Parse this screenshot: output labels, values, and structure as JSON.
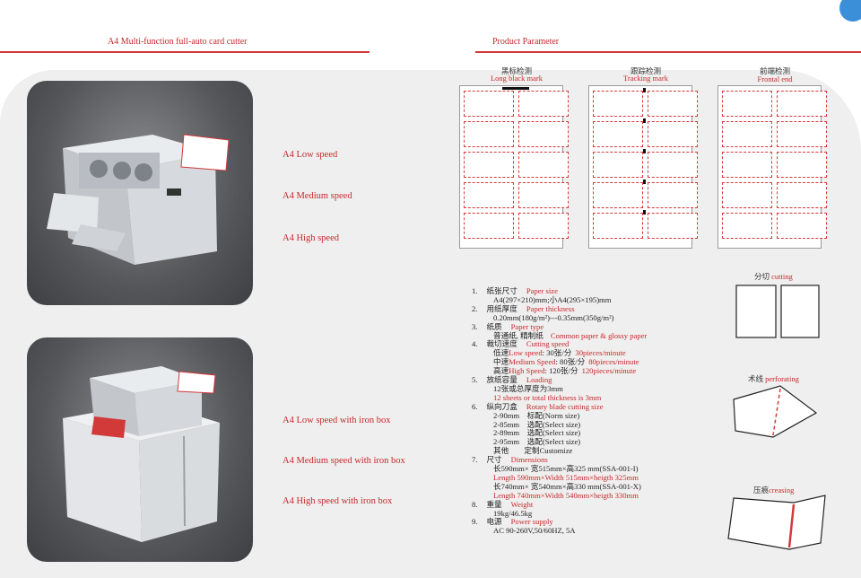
{
  "header": {
    "left_title": "A4 Multi-function full-auto card cutter",
    "right_title": "Product Parameter"
  },
  "models_top": [
    "A4  Low speed",
    "A4  Medium speed",
    "A4  High speed"
  ],
  "models_bottom": [
    "A4  Low speed with iron box",
    "A4 Medium speed with iron box",
    "A4  High speed with iron box"
  ],
  "detection": [
    {
      "cn": "黑标检测",
      "en": "Long black mark"
    },
    {
      "cn": "跟踪检测",
      "en": "Tracking mark"
    },
    {
      "cn": "前端检测",
      "en": "Frontal end"
    }
  ],
  "specs": [
    {
      "num": "1.",
      "cn": "纸张尺寸",
      "en": "Paper size",
      "lines": [
        {
          "text": "A4(297×210)mm;小A4(295×195)mm",
          "red": false
        }
      ]
    },
    {
      "num": "2.",
      "cn": "用纸厚度",
      "en": "Paper thickness",
      "lines": [
        {
          "text": "0.20mm(180g/m²)---0.35mm(350g/m²)",
          "red": false
        }
      ]
    },
    {
      "num": "3.",
      "cn": "纸质",
      "en": "Paper type",
      "lines": [
        {
          "text": "普通纸, 精制纸",
          "red": false,
          "tail": "Common paper & glossy paper"
        }
      ]
    },
    {
      "num": "4.",
      "cn": "裁切速度",
      "en": "Cutting speed",
      "lines": [
        {
          "text": "低速",
          "red": false,
          "tail": "Low speed",
          "tail2": ": 30张/分",
          "tail3": "30pieces/minute"
        },
        {
          "text": "中速",
          "red": false,
          "tail": "Medium Speed",
          "tail2": ": 80张/分",
          "tail3": "80pieces/minute"
        },
        {
          "text": "高速",
          "red": false,
          "tail": "High Speed",
          "tail2": ": 120张/分",
          "tail3": "120pieces/minute"
        }
      ]
    },
    {
      "num": "5.",
      "cn": "放纸容量",
      "en": "Loading",
      "lines": [
        {
          "text": "12张或总厚度为3mm",
          "red": false
        },
        {
          "text": "12 sheets or total thickness is 3mm",
          "red": true
        }
      ]
    },
    {
      "num": "6.",
      "cn": "纵向刀盒",
      "en": "Rotary blade cutting size",
      "lines": [
        {
          "text": "2-90mm    标配(Norm size)",
          "red": false
        },
        {
          "text": "2-85mm    选配(Select size)",
          "red": false
        },
        {
          "text": "2-89mm    选配(Select size)",
          "red": false
        },
        {
          "text": "2-95mm    选配(Select size)",
          "red": false
        },
        {
          "text": "其他        定制Customize",
          "red": false
        }
      ]
    },
    {
      "num": "7.",
      "cn": "尺寸",
      "en": "Dimensions",
      "lines": [
        {
          "text": "长590mm× 宽515mm×高325 mm(SSA-001-I)",
          "red": false
        },
        {
          "text": "Length 590mm×Width 515mm×heigth 325mm",
          "red": true
        },
        {
          "text": "长740mm× 宽540mm×高330 mm(SSA-001-X)",
          "red": false
        },
        {
          "text": "Length 740mm×Width 540mm×heigth 330mm",
          "red": true
        }
      ]
    },
    {
      "num": "8.",
      "cn": "重量",
      "en": "Weight",
      "lines": [
        {
          "text": "19kg/46.5kg",
          "red": false
        }
      ]
    },
    {
      "num": "9.",
      "cn": "电源",
      "en": "Power supply",
      "lines": [
        {
          "text": "AC 90-260V,50/60HZ, 5A",
          "red": false
        }
      ]
    }
  ],
  "side": [
    {
      "cn": "分切 ",
      "en": "cutting"
    },
    {
      "cn": "术线 ",
      "en": "perforating"
    },
    {
      "cn": "压痕",
      "en": "creasing"
    }
  ],
  "colors": {
    "accent": "#c8282b",
    "panel": "#efefef"
  }
}
